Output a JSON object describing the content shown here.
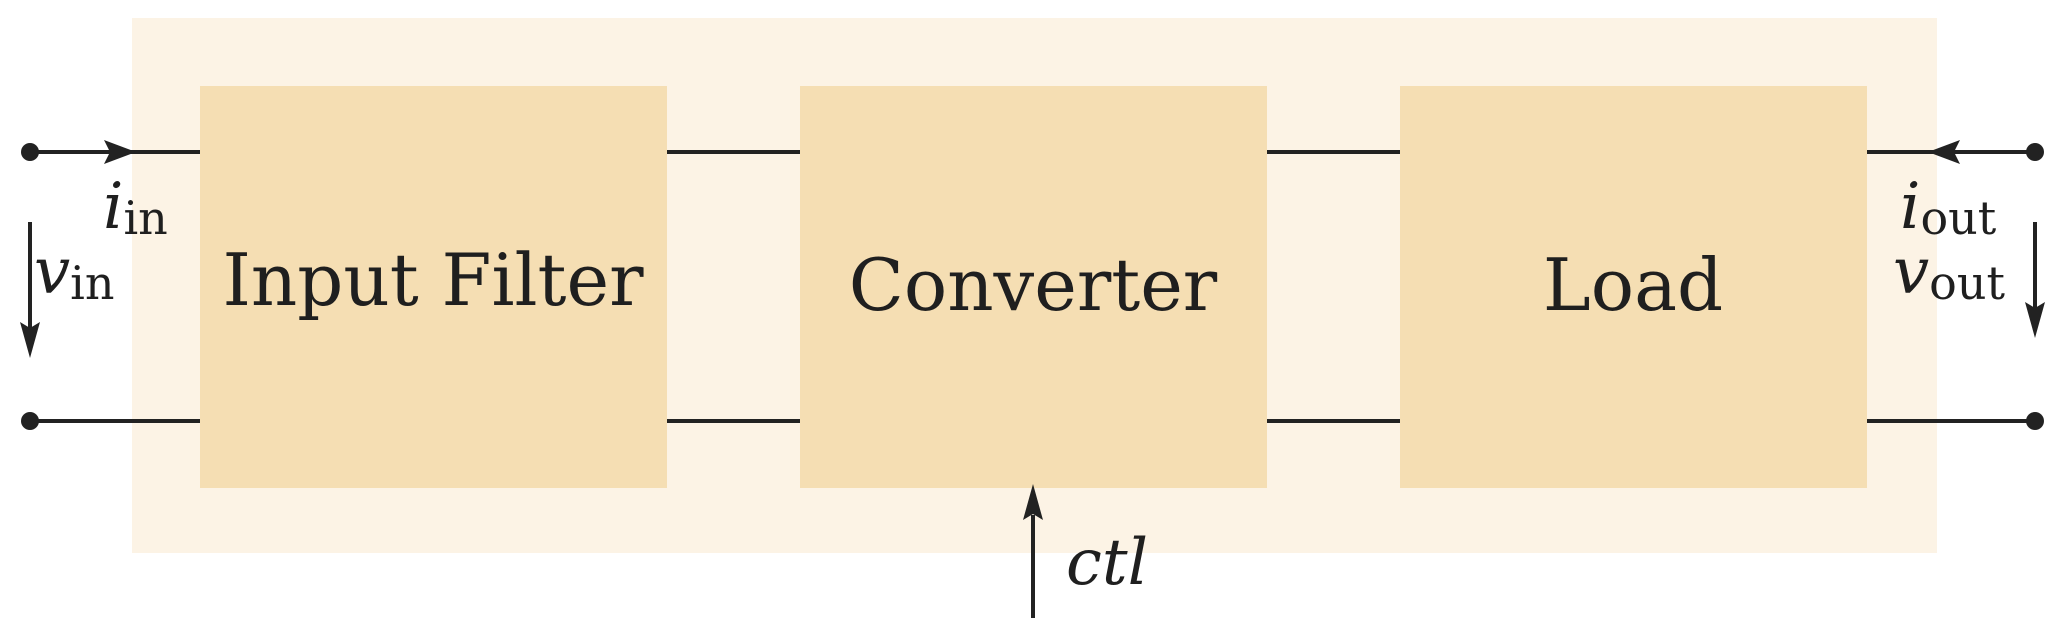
{
  "colors": {
    "system_background": "#fcf3e5",
    "block_fill": "#f5deb3",
    "wire": "#222222",
    "text": "#1f1f1f"
  },
  "blocks": {
    "input_filter": "Input Filter",
    "converter": "Converter",
    "load": "Load"
  },
  "signals": {
    "i_in": {
      "symbol": "i",
      "subscript": "in"
    },
    "v_in": {
      "symbol": "v",
      "subscript": "in"
    },
    "i_out": {
      "symbol": "i",
      "subscript": "out"
    },
    "v_out": {
      "symbol": "v",
      "subscript": "out"
    },
    "ctl": "ctl"
  }
}
